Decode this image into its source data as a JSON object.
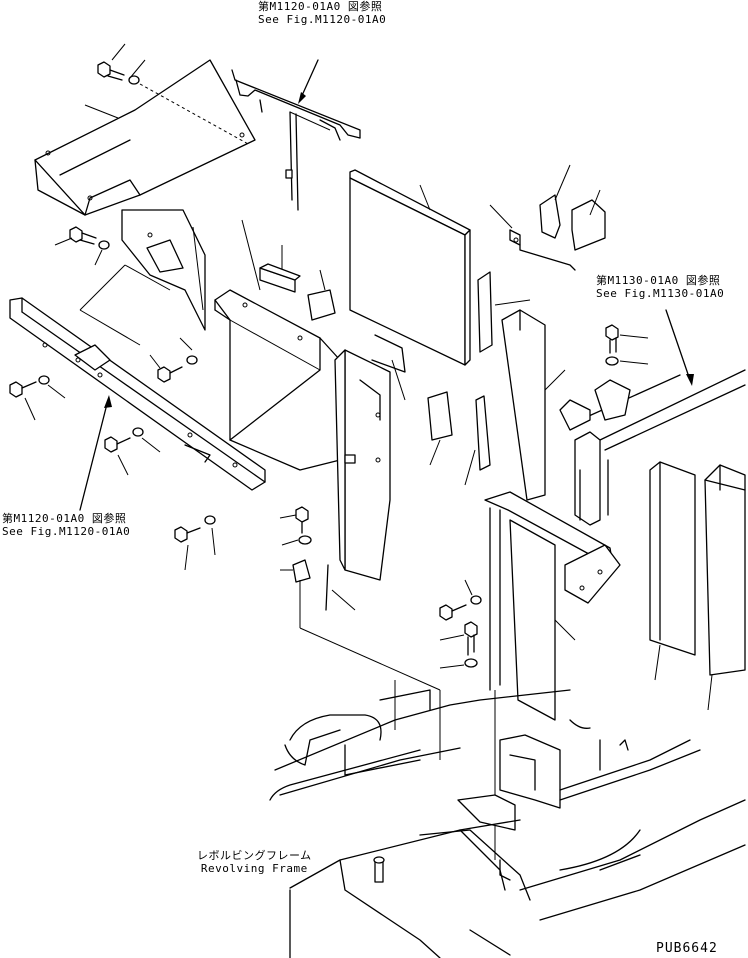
{
  "references": {
    "top": {
      "jp": "第M1120-01A0 図参照",
      "en": "See Fig.M1120-01A0"
    },
    "right": {
      "jp": "第M1130-01A0 図参照",
      "en": "See Fig.M1130-01A0"
    },
    "left": {
      "jp": "第M1120-01A0 図参照",
      "en": "See Fig.M1120-01A0"
    }
  },
  "frame_label": {
    "jp": "レボルビングフレーム",
    "en": "Revolving Frame"
  },
  "drawing_code": "PUB6642"
}
